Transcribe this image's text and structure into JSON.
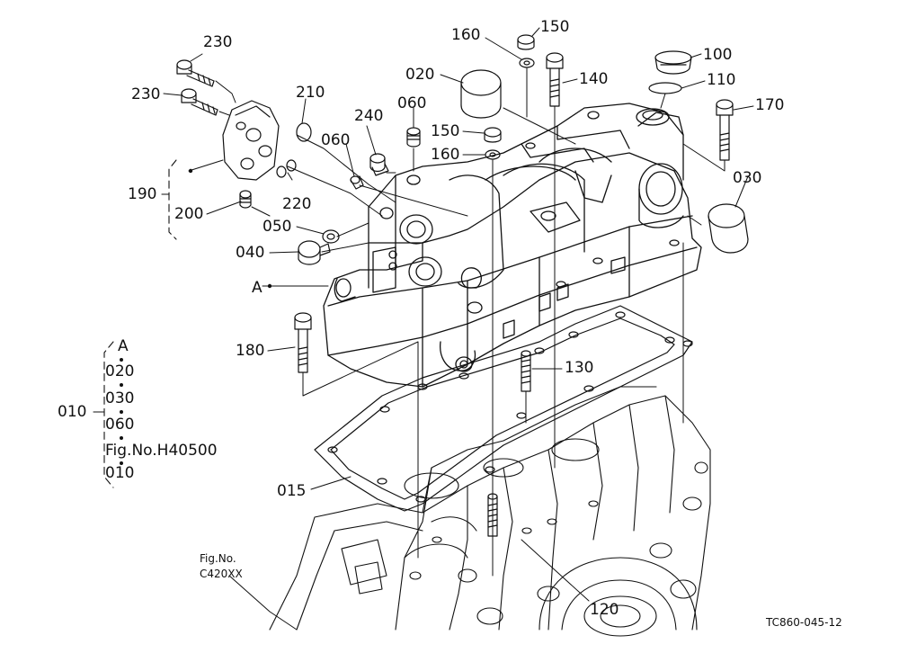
{
  "callouts": {
    "c230a": "230",
    "c230b": "230",
    "c210": "210",
    "c240": "240",
    "c060a": "060",
    "c060b": "060",
    "c020": "020",
    "c160a": "160",
    "c150a": "150",
    "c100": "100",
    "c110": "110",
    "c140": "140",
    "c150b": "150",
    "c160b": "160",
    "c170": "170",
    "c030": "030",
    "c190": "190",
    "c200": "200",
    "c220": "220",
    "c050": "050",
    "c040": "040",
    "cA": "A",
    "c180": "180",
    "c130": "130",
    "c015": "015",
    "c120": "120"
  },
  "assembly_key": {
    "label": "010",
    "items": [
      "A",
      "020",
      "030",
      "060",
      "Fig.No.H40500",
      "010"
    ]
  },
  "reference": {
    "line1": "Fig.No.",
    "line2": "C420XX"
  },
  "drawing_code": "TC860-045-12"
}
